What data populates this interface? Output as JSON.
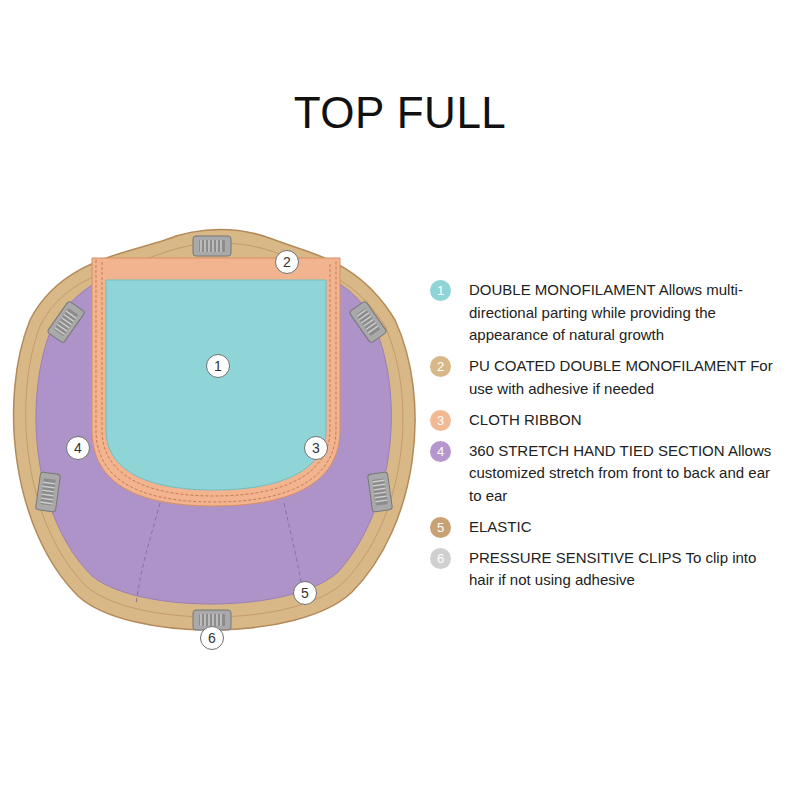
{
  "diagram": {
    "title": "TOP FULL",
    "nodes": [
      {
        "text": [
          "1"
        ]
      },
      {
        "text": [
          "2"
        ]
      },
      {
        "text": [
          "3"
        ]
      },
      {
        "text": [
          "4"
        ]
      },
      {
        "text": [
          "5"
        ]
      },
      {
        "text": [
          "6"
        ]
      }
    ],
    "labels": [
      "1",
      "2",
      "3",
      "4",
      "5",
      "6"
    ],
    "legend": [
      {
        "text": "DOUBLE MONOFILAMENT Allows multi-directional parting while providing the appearance of natural growth",
        "color": "#8fd4d6"
      },
      {
        "text": "PU COATED DOUBLE MONOFILAMENT For use with adhesive if needed",
        "color": "#d8b888"
      },
      {
        "text": "CLOTH RIBBON",
        "color": "#f2b995"
      },
      {
        "text": "360 STRETCH HAND TIED SECTION Allows customized stretch from front to back and ear to ear",
        "color": "#b596cd"
      },
      {
        "text": "ELASTIC",
        "color": "#c9a273"
      },
      {
        "text": "PRESSURE SENSITIVE CLIPS To clip into hair if not using adhesive",
        "color": "#d0d0d0"
      }
    ]
  }
}
